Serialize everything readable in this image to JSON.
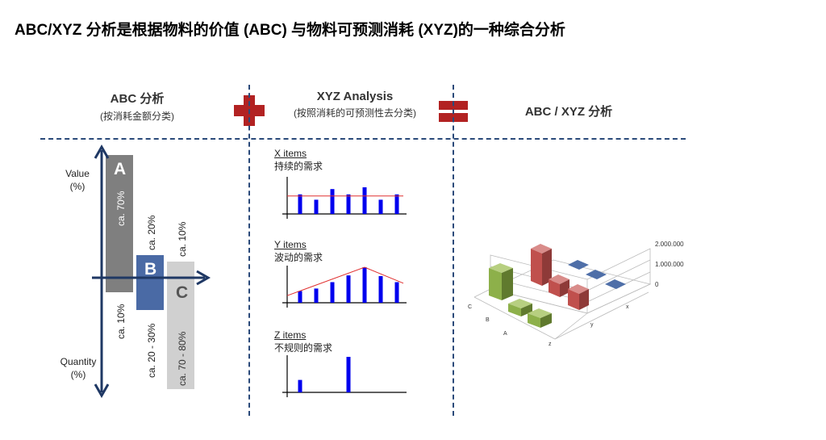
{
  "title": "ABC/XYZ 分析是根据物料的价值 (ABC) 与物料可预测消耗 (XYZ)的一种综合分析",
  "abc": {
    "heading": "ABC 分析",
    "subheading": "(按消耗金额分类)",
    "value_label_1": "Value",
    "value_label_2": "(%)",
    "quantity_label_1": "Quantity",
    "quantity_label_2": "(%)",
    "bars": [
      {
        "letter": "A",
        "value_pct": "ca. 70%",
        "qty_pct": "ca. 10%",
        "color": "#7f7f7f"
      },
      {
        "letter": "B",
        "value_pct": "ca. 20%",
        "qty_pct": "ca. 20 - 30%",
        "color": "#4a6aa5"
      },
      {
        "letter": "C",
        "value_pct": "ca. 10%",
        "qty_pct": "ca. 70 - 80%",
        "color": "#d0d0d0"
      }
    ]
  },
  "xyz": {
    "heading": "XYZ Analysis",
    "subheading": "(按照消耗的可预测性去分类)",
    "items": [
      {
        "title": "X items",
        "subtitle": "持续的需求",
        "values": [
          0.55,
          0.4,
          0.7,
          0.55,
          0.75,
          0.4,
          0.55
        ],
        "avg_line": "flat"
      },
      {
        "title": "Y items",
        "subtitle": "波动的需求",
        "values": [
          0.33,
          0.4,
          0.58,
          0.77,
          1.0,
          0.75,
          0.58
        ],
        "avg_line": "peak"
      },
      {
        "title": "Z items",
        "subtitle": "不规则的需求",
        "values": [
          0.35,
          0,
          0,
          1.0,
          0,
          0,
          0
        ],
        "avg_line": "none"
      }
    ]
  },
  "result": {
    "heading": "ABC / XYZ 分析",
    "z_ticks": [
      "2.000.000",
      "1.000.000",
      "0"
    ],
    "row_labels": [
      "C",
      "B",
      "A"
    ],
    "col_labels": [
      "x",
      "y",
      "z"
    ]
  },
  "colors": {
    "plus_sign": "#b22222",
    "equals_sign": "#b22222",
    "divider": "#2b4a7a",
    "axis_arrow": "#1f3864",
    "xyz_bar": "#0000ee",
    "xyz_avg": "#e03030",
    "bar3d_green": "#8db04a",
    "bar3d_red": "#c0504d",
    "bar3d_blue": "#4f6fa8"
  }
}
